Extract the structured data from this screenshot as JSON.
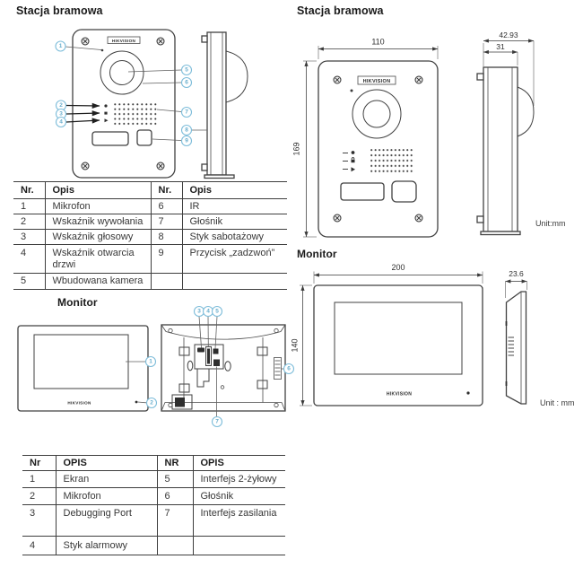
{
  "headings": {
    "station_left": "Stacja bramowa",
    "station_right": "Stacja bramowa",
    "monitor_left": "Monitor",
    "monitor_right": "Monitor"
  },
  "brand": "HIKVISION",
  "station_diagram": {
    "callouts": [
      "1",
      "2",
      "3",
      "4",
      "5",
      "6",
      "7",
      "8",
      "9"
    ],
    "dims": {
      "width": "110",
      "height": "169",
      "depth_total": "42.93",
      "depth_body": "31"
    },
    "unit": "Unit:mm"
  },
  "monitor_diagram": {
    "callouts": [
      "1",
      "2",
      "3",
      "4",
      "5",
      "6",
      "7"
    ],
    "dims": {
      "width": "200",
      "height": "140",
      "depth": "23.6"
    },
    "unit": "Unit : mm"
  },
  "station_table": {
    "headers": [
      "Nr.",
      "Opis",
      "Nr.",
      "Opis"
    ],
    "rows": [
      [
        "1",
        "Mikrofon",
        "6",
        "IR"
      ],
      [
        "2",
        "Wskaźnik wywołania",
        "7",
        "Głośnik"
      ],
      [
        "3",
        "Wskaźnik głosowy",
        "8",
        "Styk sabotażowy"
      ],
      [
        "4",
        "Wskaźnik otwarcia drzwi",
        "9",
        "Przycisk „zadzwoń”"
      ],
      [
        "5",
        "Wbudowana kamera",
        "",
        ""
      ]
    ]
  },
  "monitor_table": {
    "headers": [
      "Nr",
      "OPIS",
      "NR",
      "OPIS"
    ],
    "rows": [
      [
        "1",
        "Ekran",
        "5",
        "Interfejs 2-żyłowy"
      ],
      [
        "2",
        "Mikrofon",
        "6",
        "Głośnik"
      ],
      [
        "3",
        "Debugging Port",
        "7",
        "Interfejs zasilania"
      ],
      [
        "4",
        "Styk alarmowy",
        "",
        ""
      ]
    ]
  },
  "colors": {
    "callout_blue": "#7ebdda",
    "line_gray": "#414141",
    "text_dark": "#333333"
  }
}
